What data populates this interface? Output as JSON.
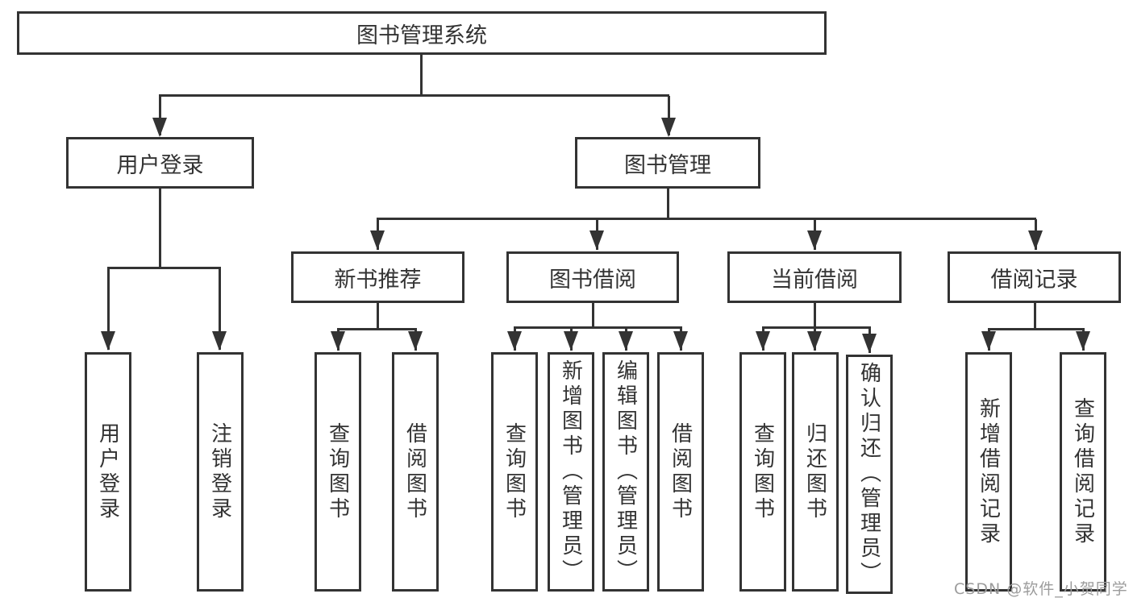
{
  "diagram_type": "hierarchy-tree",
  "colors": {
    "line": "#333333",
    "box_fill": "#ffffff",
    "text": "#333333",
    "watermark": "#9c9c9c",
    "bg": "#ffffff"
  },
  "tree": {
    "label": "图书管理系统",
    "children": [
      {
        "label": "用户登录",
        "children": [
          {
            "label": "用户登录"
          },
          {
            "label": "注销登录"
          }
        ]
      },
      {
        "label": "图书管理",
        "children": [
          {
            "label": "新书推荐",
            "children": [
              {
                "label": "查询图书"
              },
              {
                "label": "借阅图书"
              }
            ]
          },
          {
            "label": "图书借阅",
            "children": [
              {
                "label": "查询图书"
              },
              {
                "label": "新增图书（管理员）"
              },
              {
                "label": "编辑图书（管理员）"
              },
              {
                "label": "借阅图书"
              }
            ]
          },
          {
            "label": "当前借阅",
            "children": [
              {
                "label": "查询图书"
              },
              {
                "label": "归还图书"
              },
              {
                "label": "确认归还（管理员）"
              }
            ]
          },
          {
            "label": "借阅记录",
            "children": [
              {
                "label": "新增借阅记录"
              },
              {
                "label": "查询借阅记录"
              }
            ]
          }
        ]
      }
    ]
  },
  "watermark": {
    "text": "CSDN @软件_小贺同学"
  }
}
